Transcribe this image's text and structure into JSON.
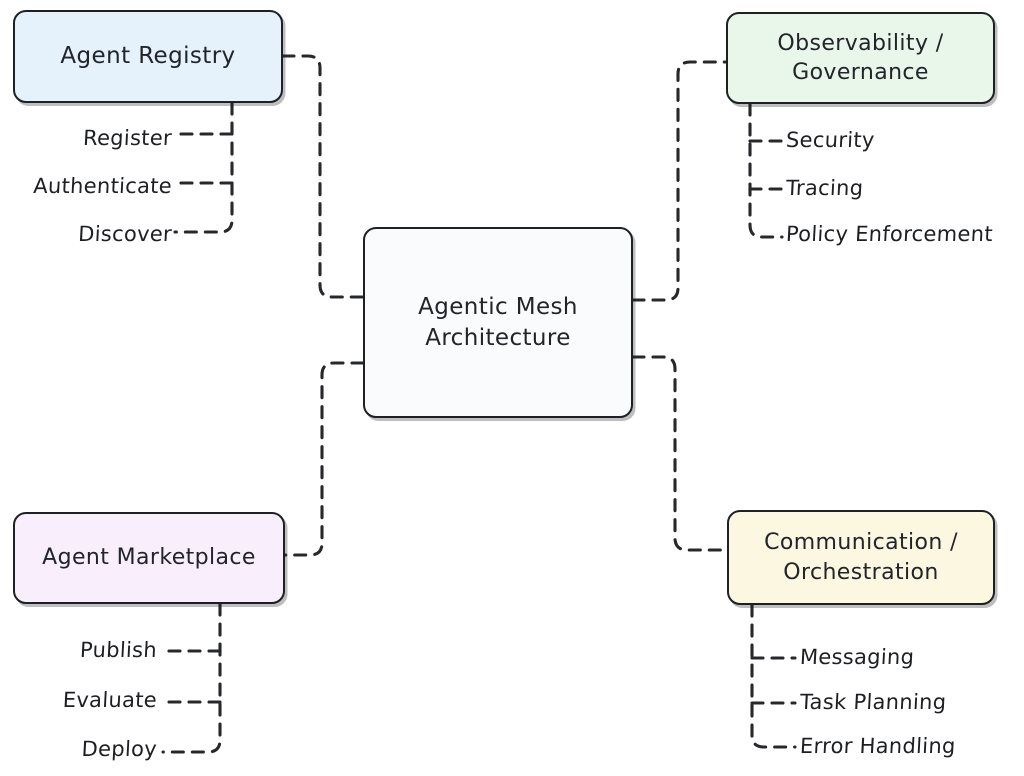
{
  "diagram": {
    "title": "Agentic Mesh Architecture",
    "type": "mindmap",
    "palette": {
      "background": "#ffffff",
      "stroke": "#1f2023",
      "center_fill": "#fafbfc",
      "registry_fill": "#e5f2fb",
      "observability_fill": "#e9f7ea",
      "marketplace_fill": "#f9effc",
      "communication_fill": "#fcf7e0"
    },
    "center": {
      "label": "Agentic Mesh\nArchitecture"
    },
    "branches": [
      {
        "id": "agent-registry",
        "label": "Agent Registry",
        "position": "top-left",
        "fill": "#e5f2fb",
        "leaves": [
          "Register",
          "Authenticate",
          "Discover"
        ]
      },
      {
        "id": "observability-governance",
        "label": "Observability /\nGovernance",
        "position": "top-right",
        "fill": "#e9f7ea",
        "leaves": [
          "Security",
          "Tracing",
          "Policy Enforcement"
        ]
      },
      {
        "id": "agent-marketplace",
        "label": "Agent Marketplace",
        "position": "bottom-left",
        "fill": "#f9effc",
        "leaves": [
          "Publish",
          "Evaluate",
          "Deploy"
        ]
      },
      {
        "id": "communication-orchestration",
        "label": "Communication /\nOrchestration",
        "position": "bottom-right",
        "fill": "#fcf7e0",
        "leaves": [
          "Messaging",
          "Task Planning",
          "Error Handling"
        ]
      }
    ]
  }
}
